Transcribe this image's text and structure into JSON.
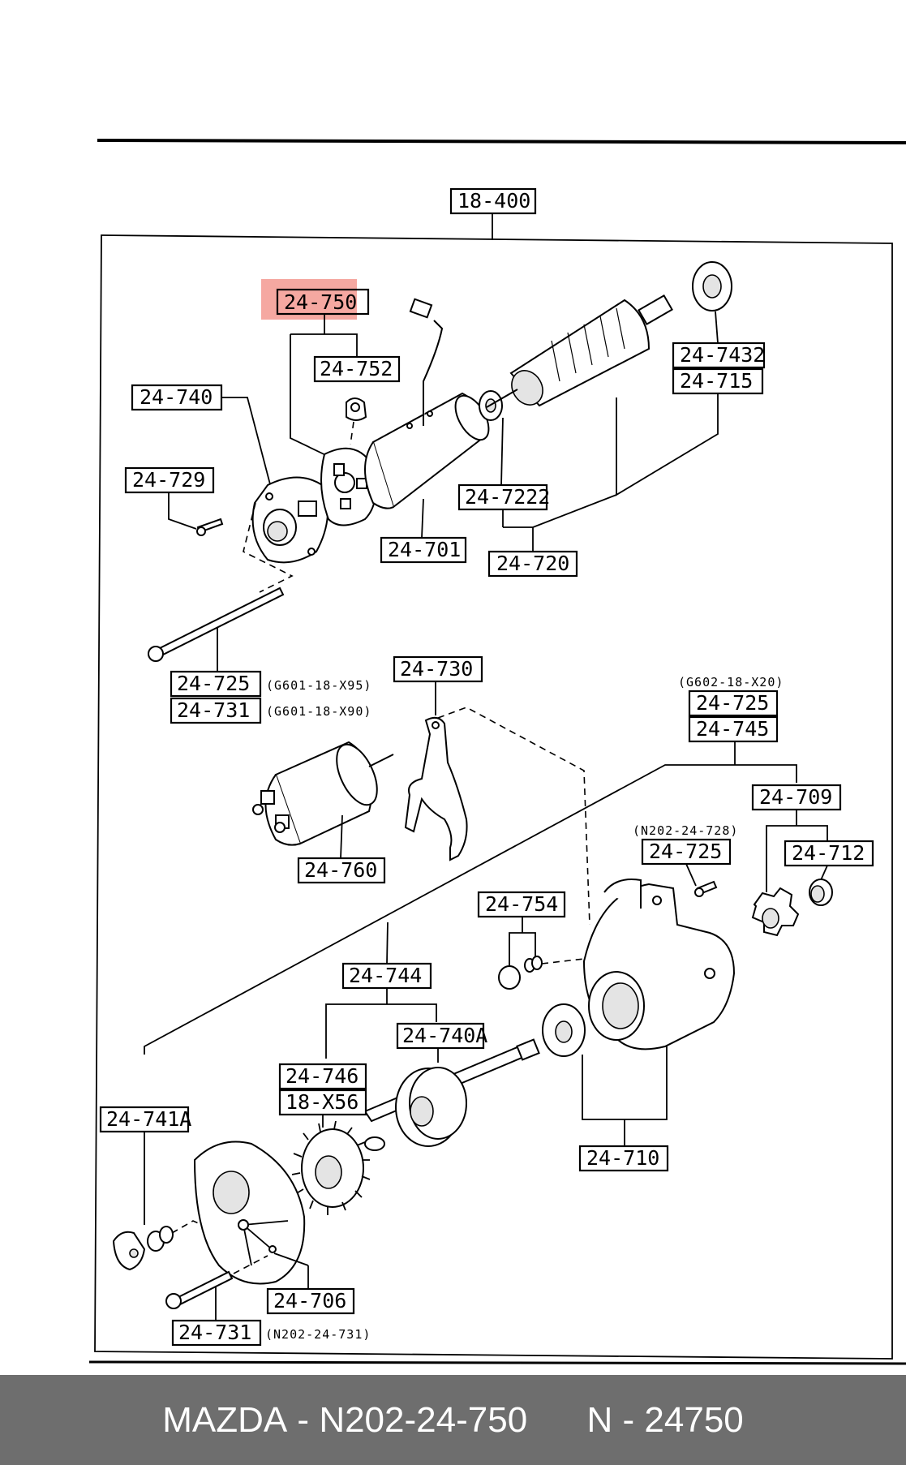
{
  "diagram": {
    "group_label": "18-400",
    "highlight_color": "#f28b82",
    "highlighted_label": "24-750",
    "labels": {
      "l_24_750": "24-750",
      "l_24_752": "24-752",
      "l_24_740": "24-740",
      "l_24_729": "24-729",
      "l_24_7432": "24-7432",
      "l_24_715": "24-715",
      "l_24_7222": "24-7222",
      "l_24_701": "24-701",
      "l_24_720": "24-720",
      "l_24_725a": "24-725",
      "l_24_731a": "24-731",
      "l_24_730": "24-730",
      "l_24_725b": "24-725",
      "l_24_745": "24-745",
      "l_24_709": "24-709",
      "l_24_760": "24-760",
      "l_24_725c": "24-725",
      "l_24_712": "24-712",
      "l_24_754": "24-754",
      "l_24_744": "24-744",
      "l_24_740A": "24-740A",
      "l_24_746": "24-746",
      "l_18_X56": "18-X56",
      "l_24_741A": "24-741A",
      "l_24_710": "24-710",
      "l_24_706": "24-706",
      "l_24_731b": "24-731"
    },
    "notes": {
      "n_g601_x95": "(G601-18-X95)",
      "n_g601_x90": "(G601-18-X90)",
      "n_g602_x20": "(G602-18-X20)",
      "n_n202_728": "(N202-24-728)",
      "n_n202_731": "(N202-24-731)"
    }
  },
  "footer": {
    "brand": "MAZDA",
    "separator": " - ",
    "part_number": "N202-24-750",
    "gap": "      ",
    "short_prefix": "N",
    "short_number": "24750"
  }
}
